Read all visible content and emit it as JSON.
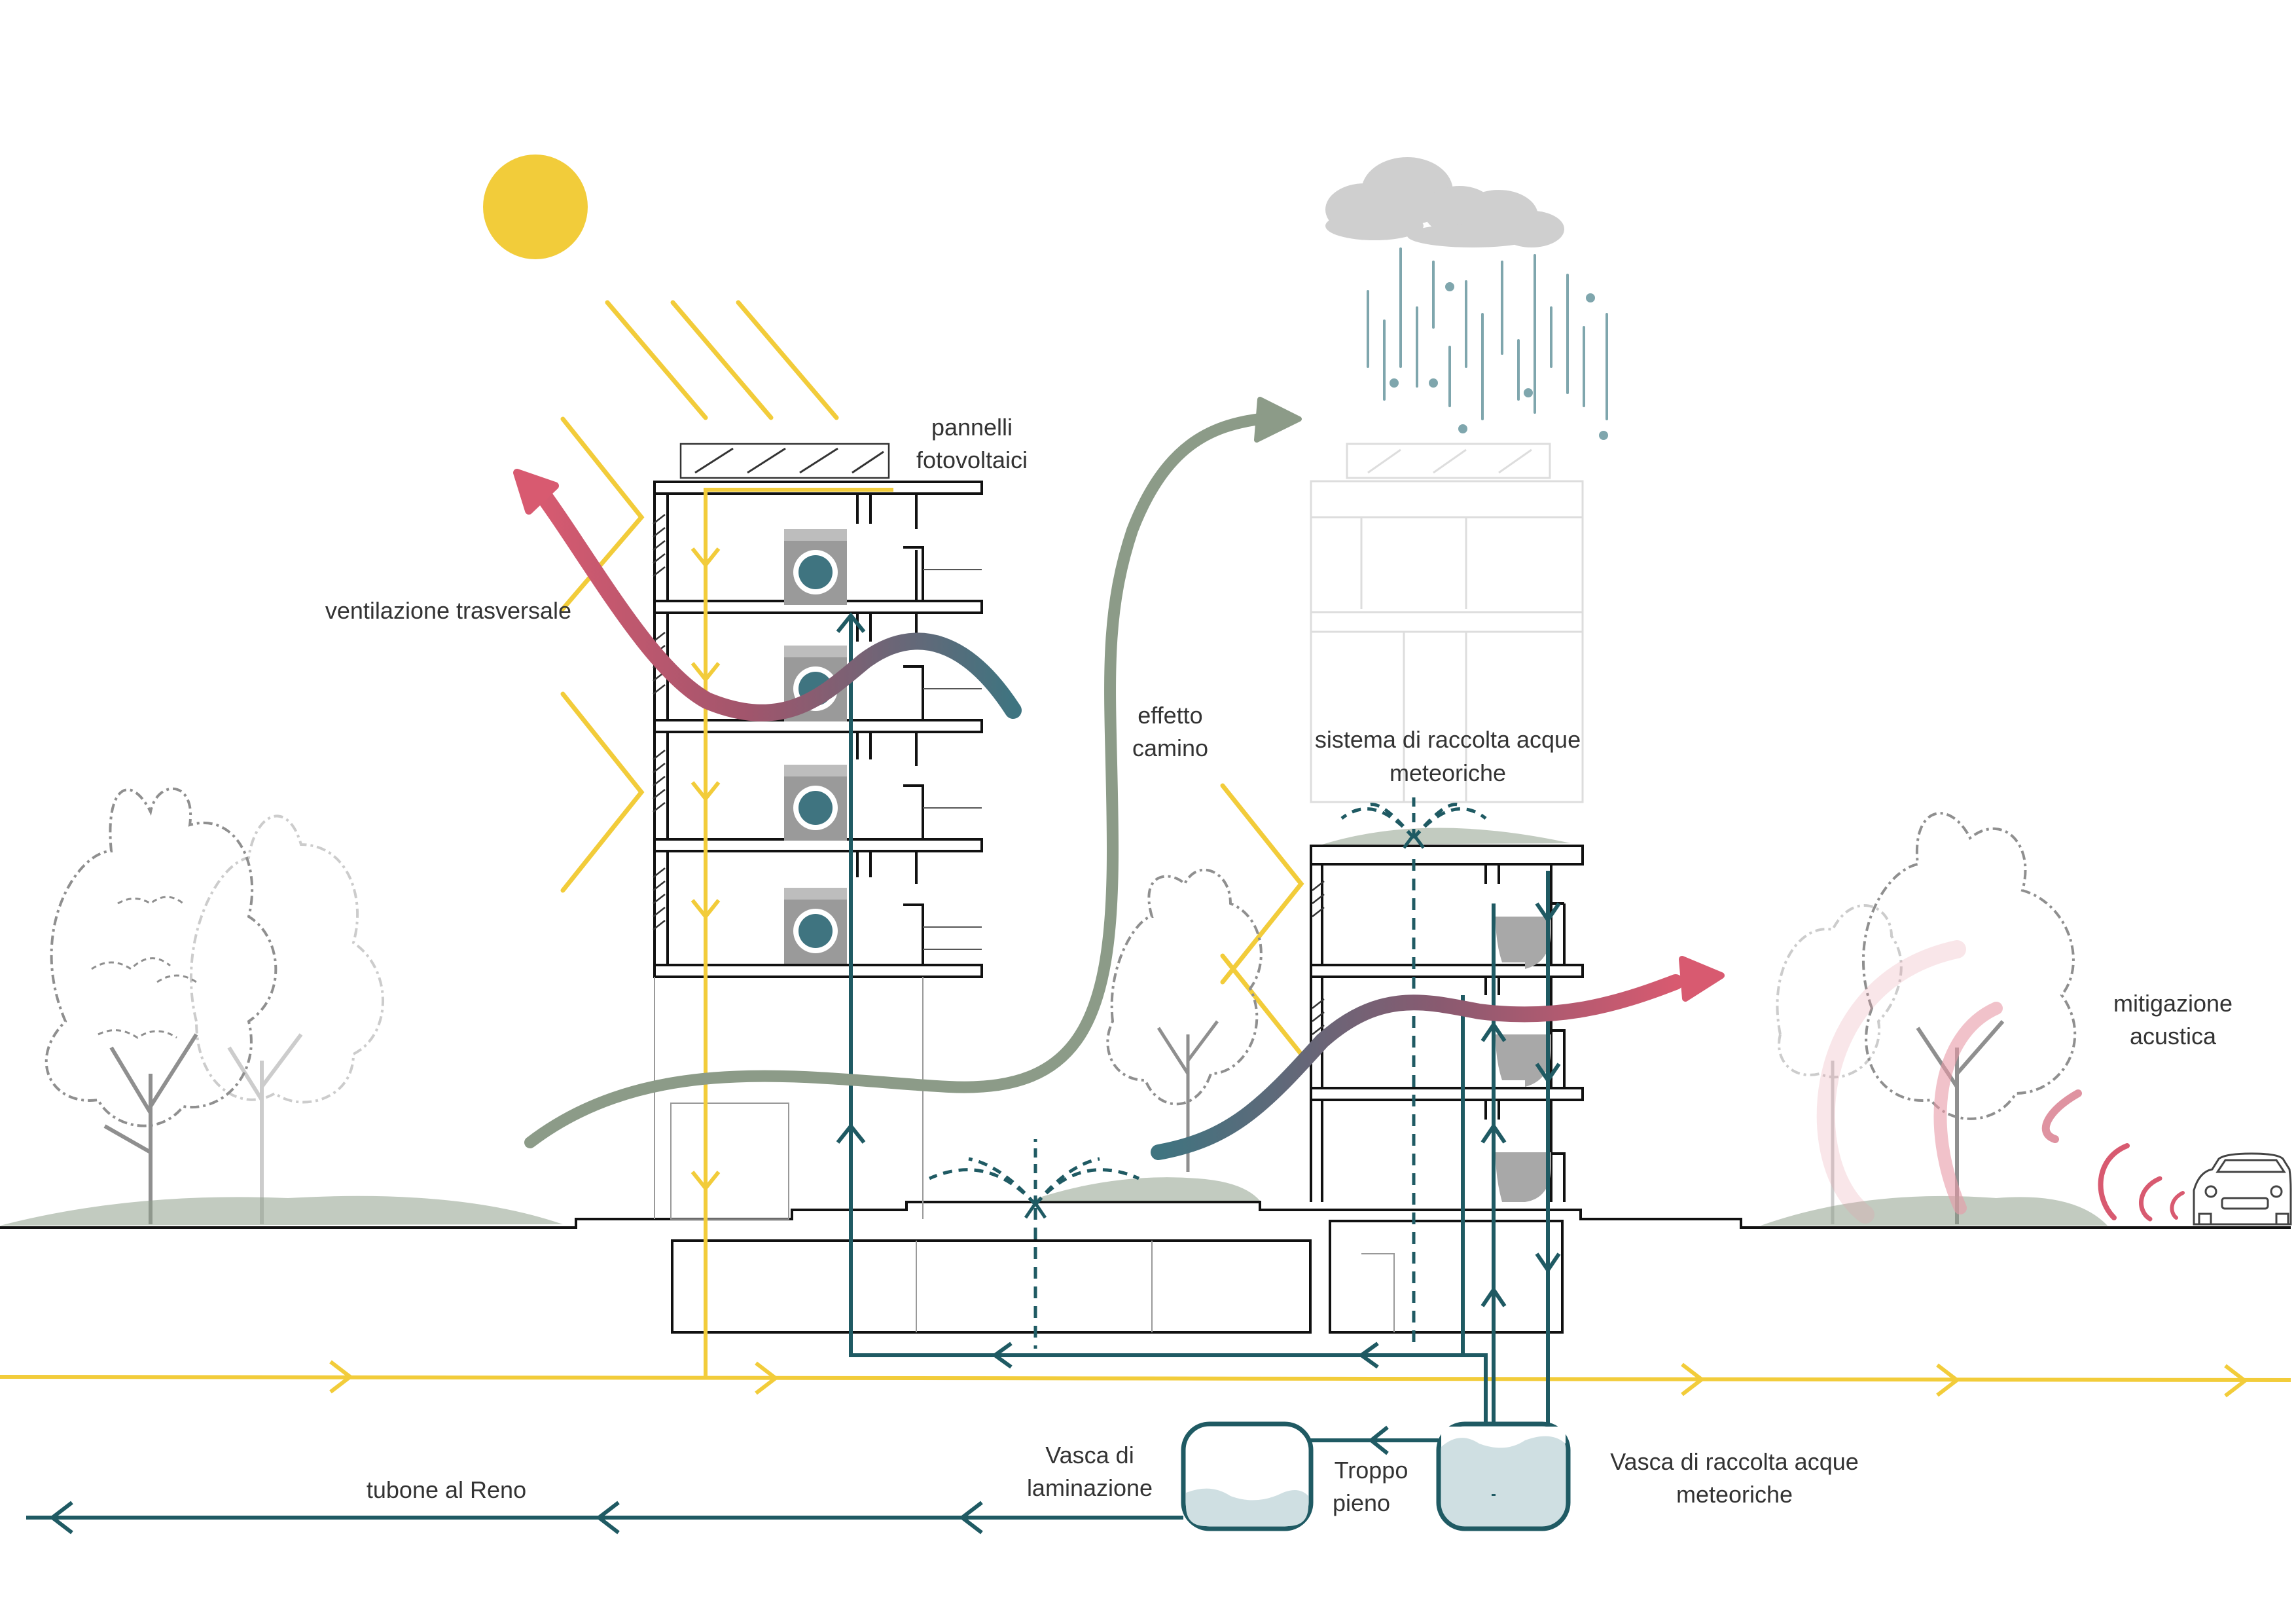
{
  "labels": {
    "pannelli_1": "pannelli",
    "pannelli_2": "fotovoltaici",
    "ventilazione": "ventilazione trasversale",
    "effetto_1": "effetto",
    "effetto_2": "camino",
    "raccolta_1": "sistema di raccolta acque",
    "raccolta_2": "meteoriche",
    "mitigazione_1": "mitigazione",
    "mitigazione_2": "acustica",
    "vasca_lam_1": "Vasca di",
    "vasca_lam_2": "laminazione",
    "troppo_1": "Troppo",
    "troppo_2": "pieno",
    "vasca_racc_1": "Vasca di raccolta acque",
    "vasca_racc_2": "meteoriche",
    "tubone": "tubone al Reno"
  },
  "icons": [
    "sun-icon",
    "cloud-icon",
    "rain-icon",
    "solar-panel-icon",
    "washing-machine-icon",
    "toilet-icon",
    "tree-icon",
    "car-icon",
    "sprinkler-icon"
  ],
  "colors": {
    "solar_yellow": "#f2cc3a",
    "water_teal": "#1f5a63",
    "warm_air": "#d85a70",
    "cool_air": "#3f7480",
    "chimney_gray": "#8c9b88",
    "cloud_gray": "#cfcfcf",
    "rain_blue": "#7fa6ad",
    "tree_gray": "#9a9a9a",
    "grass_green": "#8fa08c",
    "sound_pink": "#e89aa6"
  }
}
